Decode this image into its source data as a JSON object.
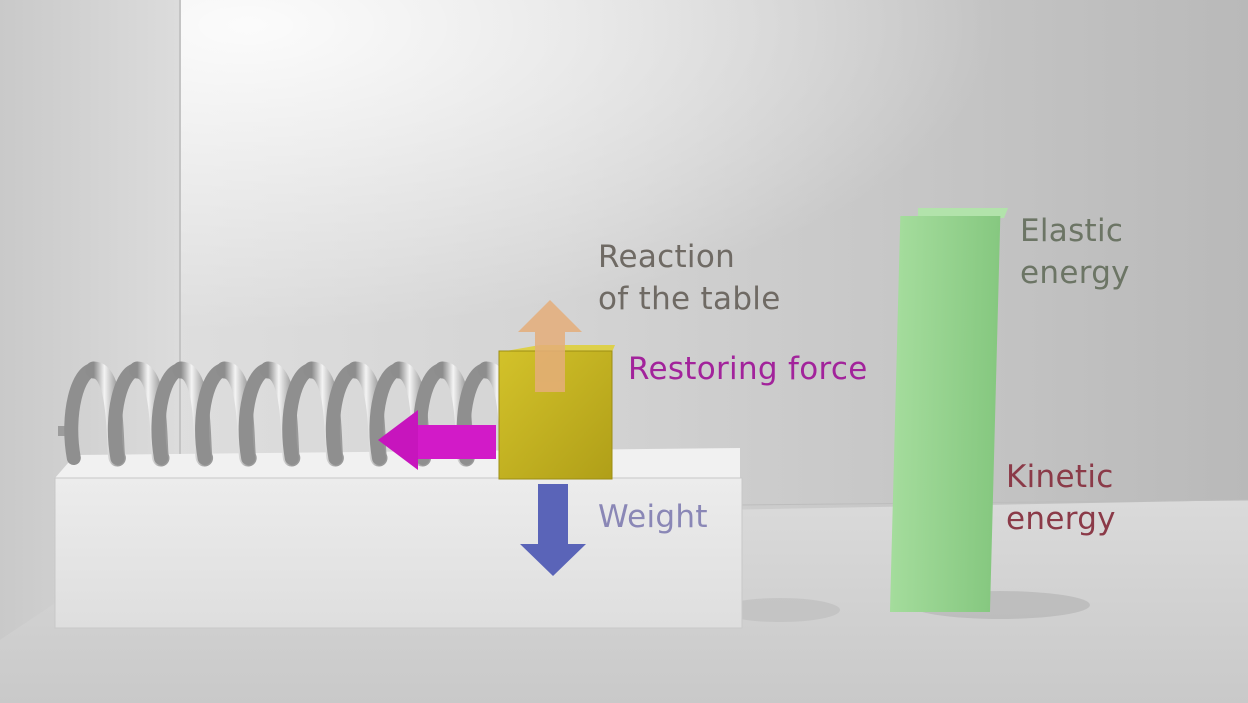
{
  "labels": {
    "reaction": [
      "Reaction",
      "of the table"
    ],
    "restoring": "Restoring force",
    "weight": "Weight",
    "elastic": [
      "Elastic",
      "energy"
    ],
    "kinetic": [
      "Kinetic",
      "energy"
    ]
  },
  "colors": {
    "reaction_arrow": "#e5ae7a",
    "restoring_arrow": "#d21ac8",
    "weight_arrow": "#5a64b8",
    "block": "#c8b722",
    "energy_bar": "#8fd08a",
    "spring": "#bcbcbc"
  },
  "energy_bar": {
    "elastic_fraction": 1.0,
    "kinetic_fraction": 0.0
  },
  "spring": {
    "coils": 10
  }
}
